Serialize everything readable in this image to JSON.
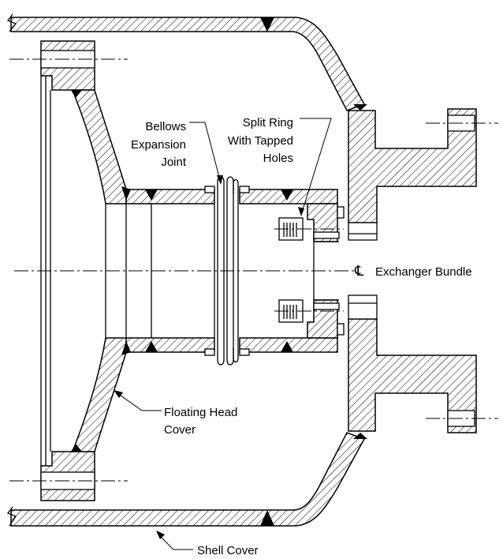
{
  "labels": {
    "bellows_line1": "Bellows",
    "bellows_line2": "Expansion",
    "bellows_line3": "Joint",
    "split_line1": "Split Ring",
    "split_line2": "With Tapped",
    "split_line3": "Holes",
    "bundle_symbol": "℄",
    "bundle_text": "Exchanger Bundle",
    "floating_line1": "Floating Head",
    "floating_line2": "Cover",
    "shell_cover": "Shell Cover"
  },
  "colors": {
    "ink": "#000000",
    "paper": "#ffffff"
  }
}
